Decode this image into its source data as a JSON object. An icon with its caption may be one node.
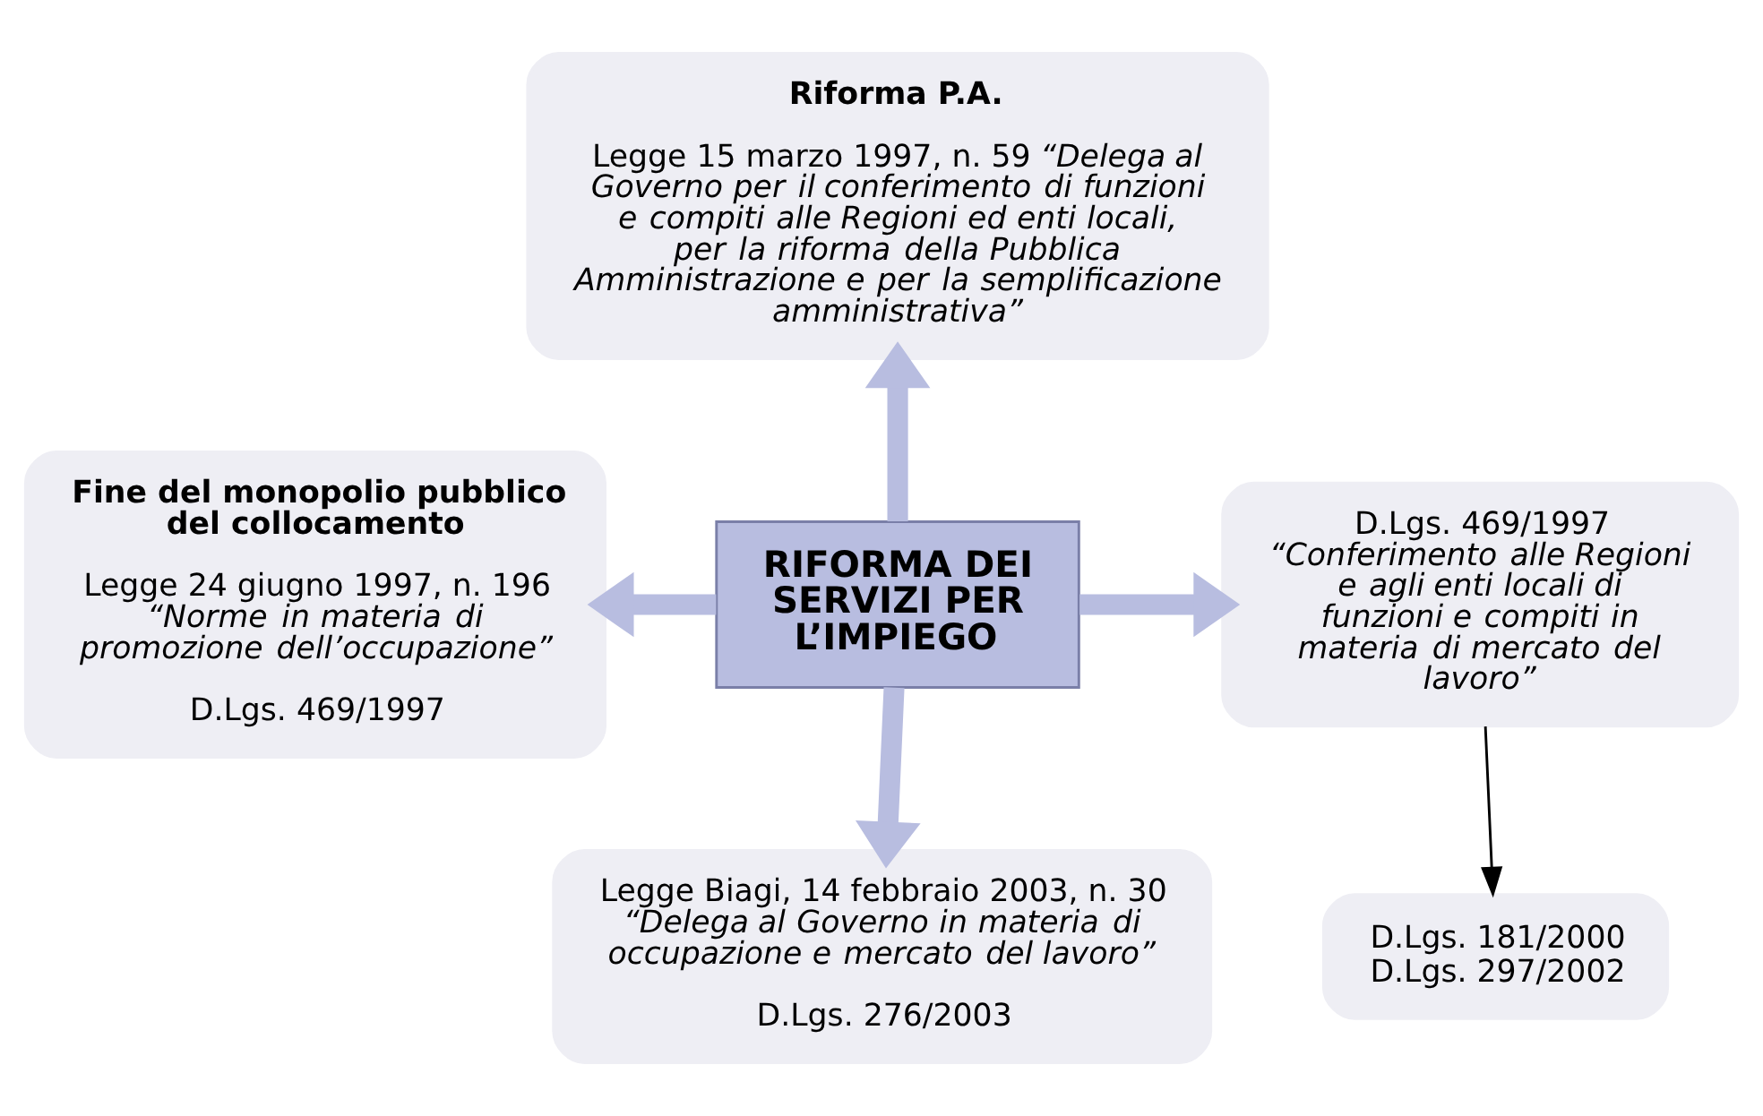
{
  "diagram": {
    "nodes": [
      {
        "text": [
          "RIFORMA DEI SERVIZI PER L’IMPIEGO"
        ]
      },
      {
        "text": [
          "Riforma P.A.",
          "Legge 15 marzo 1997, n. 59 *“Delega al Governo per il conferimento di funzioni e compiti alle Regioni ed enti locali, per la riforma della Pubblica Amministrazione e per la semplificazione amministrativa”*"
        ]
      },
      {
        "text": [
          "Fine del monopolio pubblico del collocamento",
          "Legge 24 giugno 1997, n. 196 *“Norme in materia di promozione dell’occupazione”*",
          "D.Lgs. 469/1997"
        ]
      },
      {
        "text": [
          "D.Lgs. 469/1997 *“Conferimento alle Regioni e agli enti locali di funzioni e compiti in materia di mercato del lavoro”*"
        ]
      },
      {
        "text": [
          "D.Lgs. 181/2000",
          "D.Lgs. 297/2002"
        ]
      },
      {
        "text": [
          "Legge Biagi, 14 febbraio 2003, n. 30 *“Delega al Governo in materia di occupazione e mercato del lavoro”*",
          "D.Lgs. 276/2003"
        ]
      }
    ],
    "edges": [
      {
        "from": 0,
        "to": 1,
        "arrow": "to"
      },
      {
        "from": 0,
        "to": 2,
        "arrow": "to"
      },
      {
        "from": 0,
        "to": 3,
        "arrow": "to"
      },
      {
        "from": 0,
        "to": 5,
        "arrow": "to"
      },
      {
        "from": 3,
        "to": 4,
        "arrow": "to",
        "color": "#000000"
      }
    ]
  }
}
